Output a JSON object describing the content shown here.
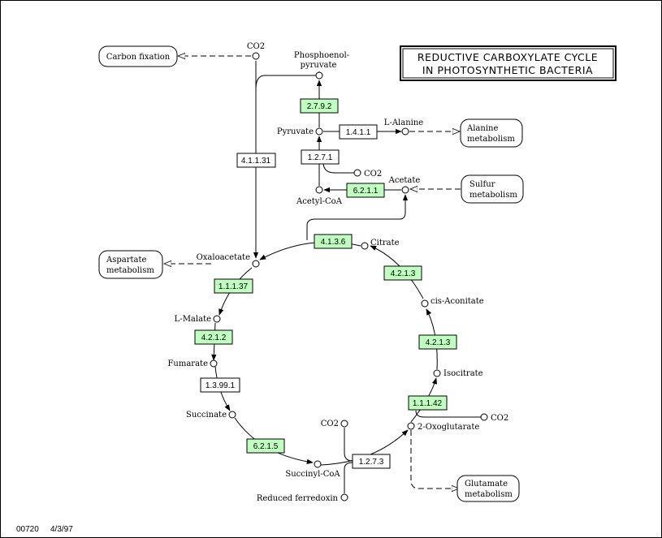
{
  "title": {
    "line1": "REDUCTIVE CARBOXYLATE CYCLE",
    "line2": "IN PHOTOSYNTHETIC BACTERIA"
  },
  "footer": {
    "map_id": "00720",
    "date": "4/3/97"
  },
  "colors": {
    "enzyme_green": "#bfffbf",
    "enzyme_white": "#ffffff",
    "line": "#000000"
  },
  "maps": {
    "carbon_fixation": "Carbon fixation",
    "alanine_1": "Alanine",
    "alanine_2": "metabolism",
    "sulfur_1": "Sulfur",
    "sulfur_2": "metabolism",
    "aspartate_1": "Aspartate",
    "aspartate_2": "metabolism",
    "glutamate_1": "Glutamate",
    "glutamate_2": "metabolism"
  },
  "compounds": {
    "co2": "CO2",
    "pep_1": "Phosphoenol-",
    "pep_2": "pyruvate",
    "pyruvate": "Pyruvate",
    "l_alanine": "L-Alanine",
    "acetate": "Acetate",
    "acetyl_coa": "Acetyl-CoA",
    "citrate": "Citrate",
    "oxaloacetate": "Oxaloacetate",
    "cis_aconitate": "cis-Aconitate",
    "l_malate": "L-Malate",
    "fumarate": "Fumarate",
    "isocitrate": "Isocitrate",
    "succinate": "Succinate",
    "oxoglutarate": "2-Oxoglutarate",
    "succinyl_coa": "Succinyl-CoA",
    "reduced_ferredoxin": "Reduced ferredoxin"
  },
  "enzymes": {
    "e_2_7_9_2": "2.7.9.2",
    "e_1_4_1_1": "1.4.1.1",
    "e_1_2_7_1": "1.2.7.1",
    "e_4_1_1_31": "4.1.1.31",
    "e_6_2_1_1": "6.2.1.1",
    "e_4_1_3_6": "4.1.3.6",
    "e_4_2_1_3_a": "4.2.1.3",
    "e_1_1_1_37": "1.1.1.37",
    "e_4_2_1_2": "4.2.1.2",
    "e_4_2_1_3_b": "4.2.1.3",
    "e_1_3_99_1": "1.3.99.1",
    "e_1_1_1_42": "1.1.1.42",
    "e_6_2_1_5": "6.2.1.5",
    "e_1_2_7_3": "1.2.7.3"
  }
}
